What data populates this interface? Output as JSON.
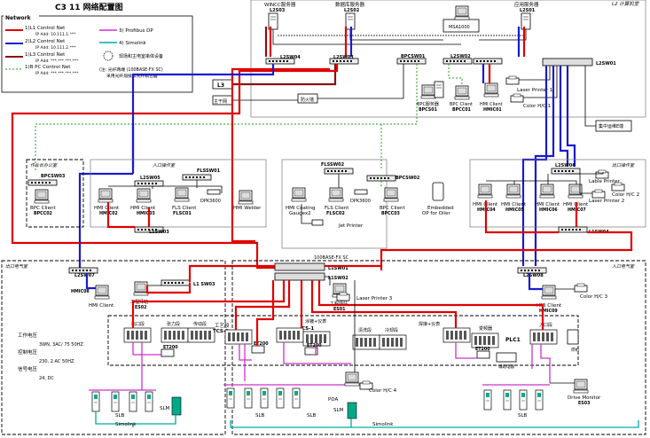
{
  "title": "C3 11  网络配置图",
  "legend": {
    "header": "Network",
    "items": [
      {
        "label": "1)L1 Control Net",
        "ip": "IP Add: 10.111.1.***"
      },
      {
        "label": "2)L2 Control Net",
        "ip": "IP Add: 10.111.2.***"
      },
      {
        "label": "1)L3 Control Net",
        "ip": "IP Add: ***.***.***.***"
      },
      {
        "label": "1)B PC Control Net",
        "ip": "IP Add: ***.***.***.***"
      },
      {
        "label": "3) Profibus DP"
      },
      {
        "label": "4) Simolink"
      },
      {
        "label": "现场和主电室串体设备"
      },
      {
        "label": "(注: 光纤两端 (100BASE-FX SC)"
      },
      {
        "label": "采用光纤熔接和光纤耦合器"
      }
    ]
  },
  "servers": {
    "wincc": "WINCC服务器",
    "wincc_id": "L2S03",
    "db": "数据库服务器",
    "db_id": "L2S02",
    "app": "应用服务器",
    "app_id": "L2S01",
    "storage": "MSA1000",
    "area": "L2 计算机室"
  },
  "switches": {
    "l2sw04": "L2SW04",
    "l2sw03": "L2SW03",
    "bpcsw01": "BPCSW01",
    "l2sw02": "L2SW02",
    "l2sw01": "L2SW01",
    "bpcsw03": "BPCSW03",
    "l2sw05": "L2SW05",
    "flssw01": "FLSSW01",
    "flssw02": "FLSSW02",
    "bpcsw02": "BPCSW02",
    "l2sw06": "L2SW06",
    "l1sw03a": "L1SW03",
    "l1sw04": "L1SW04",
    "l2sw07": "L2SW07",
    "l1sw03b": "L1 SW03",
    "l1sw01": "L1SW01",
    "l1sw02": "L1SW02",
    "l2sw08": "L2SW08",
    "fiber": "100BASE-FX SC"
  },
  "nodes": {
    "l3": "L3",
    "main_net": "主干网",
    "firewall": "防火墙",
    "laser_printer1": "Laser Printer 1",
    "color_hc1": "Color H/C 1",
    "bpc_server": "BPC服务器",
    "bpc_server_id": "BPCS01",
    "bpc_client1": "BPC Client",
    "bpc_client1_id": "BPCC01",
    "hmi_client1": "HMI Client",
    "hmi_client1_id": "HMIC01",
    "central_fiber": "集中运维E端",
    "office": "作业长办公室",
    "bpc_client2": "BPC Client",
    "bpc_client2_id": "BPCC02",
    "entry_room": "入口操作室",
    "hmi_client2": "HMI Client",
    "hmi_client2_id": "HMIC02",
    "hmi_client3": "HMI Client",
    "hmi_client3_id": "HMIC03",
    "fls_client1": "FLS Client",
    "fls_client1_id": "FLSC01",
    "dpk3600a": "DPK3600",
    "hmi_welder": "HMI Welder",
    "hmi_coating": "HMI Coating",
    "gauge": "Gaugex2",
    "fls_client2": "FLS Client",
    "fls_client2_id": "FLSC02",
    "dpk3600b": "DPK3600",
    "bpc_client3": "BPC Client",
    "bpc_client3_id": "BPCC03",
    "embedded": "Embedded",
    "op_oiler": "OP for Oiler",
    "jet_printer": "Jet Printer",
    "exit_room": "出口操作室",
    "lable_printer": "Lable Printer",
    "color_hc2": "Color H/C 2",
    "laser_printer2": "Laser Printer 2",
    "hmi_client4": "HMI Client",
    "hmi_client4_id": "HMIC04",
    "hmi_client5": "HMI Client",
    "hmi_client5_id": "HMIC05",
    "hmi_client6": "HMI Client",
    "hmi_client6_id": "HMIC06",
    "hmi_client7": "HMI Client",
    "hmi_client7_id": "HMIC07",
    "exit_elec": "出口电气室",
    "hmi_client8_id": "HMIC08",
    "hmi_client8": "HMI Client",
    "eng_station1": "工程师站",
    "eng_station1_id": "ES02",
    "eng_station2": "工程师站",
    "eng_station2_id": "ES01",
    "laser_printer3": "Laser Printer 3",
    "entry_elec": "入口电气室",
    "hmi_client9": "HMI Client",
    "hmi_client9_id": "HMIC09",
    "color_hc3": "Color H/C 3",
    "voltage": "工作电压",
    "voltage_v": "3WN, 3AC/ 75 50HZ",
    "control_v_label": "控制电压",
    "control_v": "230, 2 AC 50HZ",
    "signal_v_label": "信号电压",
    "signal_v": "24, DC",
    "exit_cabinet": "出口段",
    "tension_cab": "张力段",
    "drive_cab": "传动段",
    "process_cab": "工艺段",
    "tcs": "TCS-2",
    "et200a": "ET200",
    "et200b": "ET200",
    "et200c": "ET200",
    "et200d": "ET200",
    "coating_cab": "涂镀+仪表",
    "cs1": "CS-1",
    "clean_cab": "清洗段",
    "cooling_cab": "冷却段",
    "entry_cab": "焊接+仪表",
    "plc1": "PLC1",
    "entry_seg": "入口段",
    "welder": "焊机",
    "aux": "辅助电器",
    "aux2": "变频器",
    "pda": "PDA",
    "slm1": "SLM",
    "slm2": "SLM",
    "slb1": "SLB",
    "slb2": "SLB",
    "slb3": "SLB",
    "slb4": "SLB",
    "color_hc4": "Color H/C 4",
    "drive_monitor": "Drive Monitor",
    "drive_monitor_id": "ES03",
    "simolink1": "Simolink",
    "simolink2": "Simolink",
    "simolink3": "Simolink"
  },
  "colors": {
    "l1": "#e00000",
    "l2": "#1a1ad0",
    "l3": "#8b1010",
    "bpc": "#22a022",
    "profibus": "#cc33cc",
    "simolink": "#00aaaa"
  }
}
